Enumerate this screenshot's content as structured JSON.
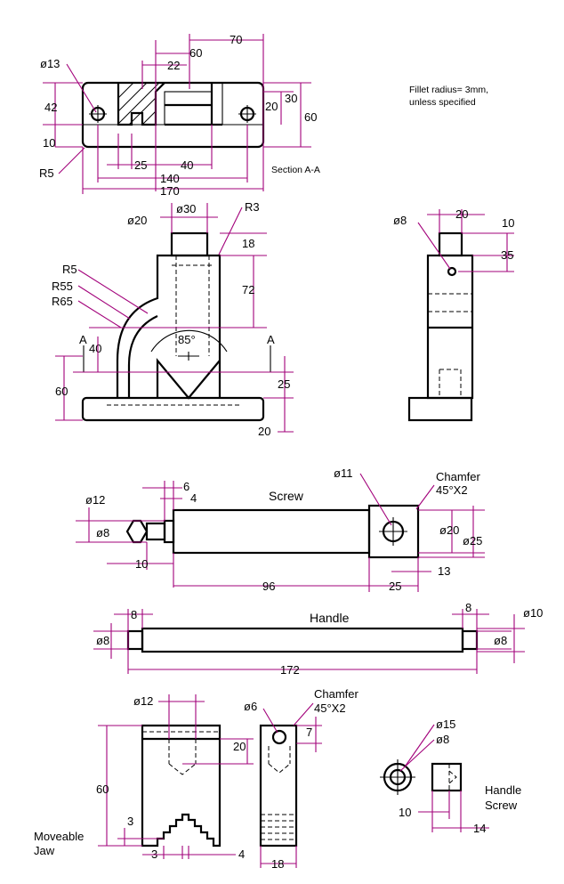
{
  "colors": {
    "object": "#000000",
    "dimension": "#a2007a",
    "background": "#ffffff"
  },
  "notes": {
    "fillet_line1": "Fillet radius= 3mm,",
    "fillet_line2": "unless specified",
    "section": "Section A-A"
  },
  "section_view": {
    "d70": "70",
    "d60top": "60",
    "d22": "22",
    "d13": "ø13",
    "d42": "42",
    "d30": "30",
    "d20": "20",
    "d60r": "60",
    "d10": "10",
    "d25": "25",
    "d40": "40",
    "d140": "140",
    "d170": "170",
    "r5": "R5"
  },
  "front_view": {
    "d20": "ø20",
    "d30": "ø30",
    "r3": "R3",
    "d18": "18",
    "d72": "72",
    "r5": "R5",
    "r55": "R55",
    "r65": "R65",
    "a_left": "A",
    "a_right": "A",
    "d40": "40",
    "angle": "85°",
    "d60": "60",
    "d25": "25",
    "d20b": "20"
  },
  "side_view": {
    "d8": "ø8",
    "d20": "20",
    "d10": "10",
    "d35": "35"
  },
  "screw": {
    "title": "Screw",
    "d11": "ø11",
    "chamfer1": "Chamfer",
    "chamfer2": "45°X2",
    "d6": "6",
    "d4": "4",
    "d12": "ø12",
    "d8": "ø8",
    "d10": "10",
    "d20": "ø20",
    "d25": "ø25",
    "d13": "13",
    "d96": "96",
    "d25b": "25"
  },
  "handle": {
    "title": "Handle",
    "d8l": "8",
    "d8r": "8",
    "d10": "ø10",
    "dia_l": "ø8",
    "dia_r": "ø8",
    "d172": "172"
  },
  "jaw": {
    "d12": "ø12",
    "d60": "60",
    "d20": "20",
    "d3a": "3",
    "d3b": "3",
    "d4": "4",
    "label1": "Moveable",
    "label2": "Jaw"
  },
  "pin": {
    "d6": "ø6",
    "chamfer1": "Chamfer",
    "chamfer2": "45°X2",
    "d7": "7",
    "d18": "18"
  },
  "handle_screw": {
    "d15": "ø15",
    "d8": "ø8",
    "d10": "10",
    "d14": "14",
    "label1": "Handle",
    "label2": "Screw"
  }
}
